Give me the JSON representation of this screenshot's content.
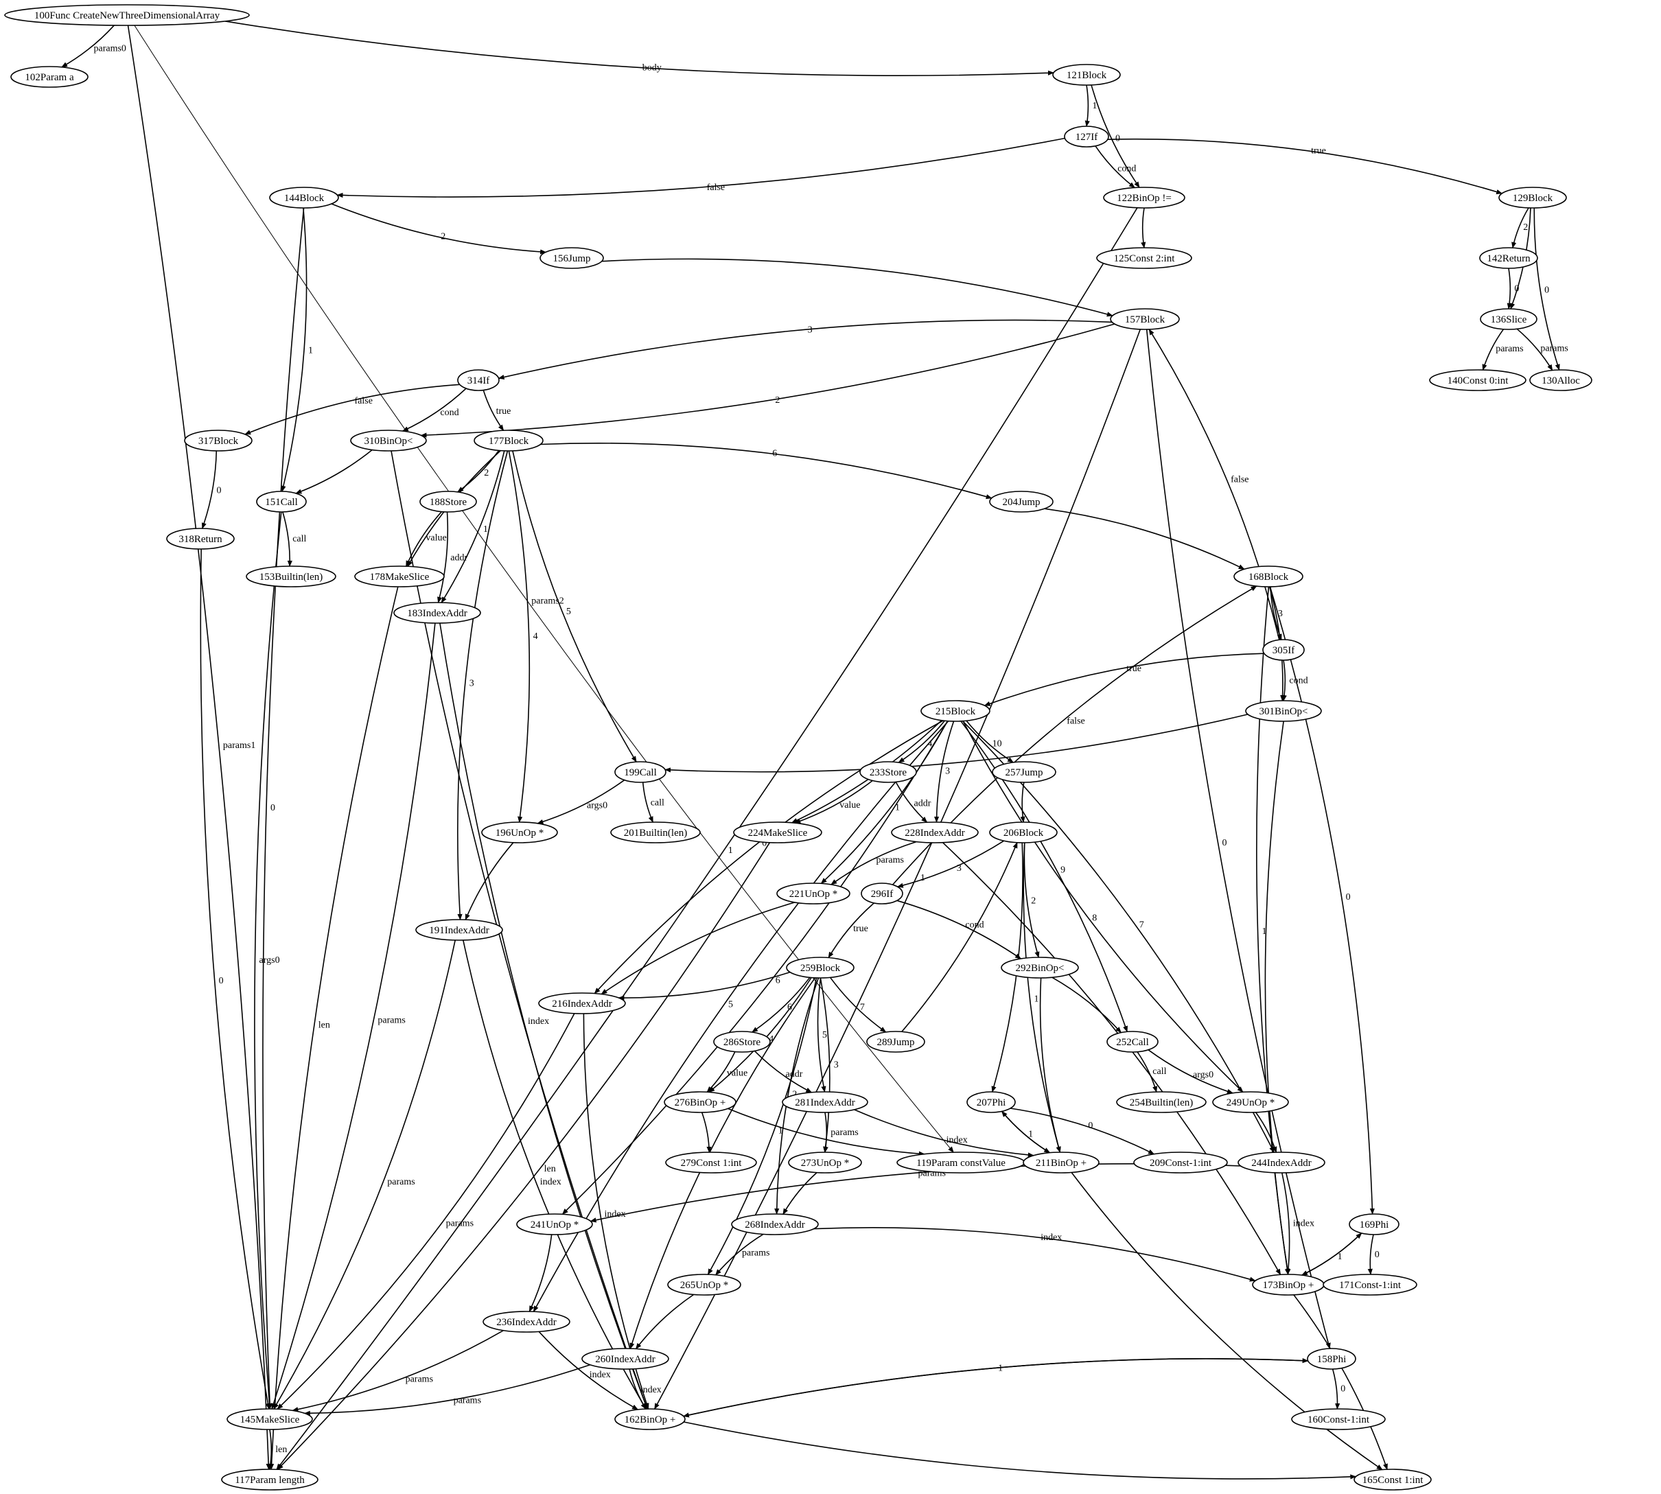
{
  "nodes": [
    {
      "id": "100",
      "label": "100Func CreateNewThreeDimensionalArray"
    },
    {
      "id": "102",
      "label": "102Param a"
    },
    {
      "id": "121",
      "label": "121Block"
    },
    {
      "id": "127",
      "label": "127If"
    },
    {
      "id": "122",
      "label": "122BinOp !="
    },
    {
      "id": "125",
      "label": "125Const 2:int"
    },
    {
      "id": "129",
      "label": "129Block"
    },
    {
      "id": "142",
      "label": "142Return"
    },
    {
      "id": "136",
      "label": "136Slice"
    },
    {
      "id": "140",
      "label": "140Const 0:int"
    },
    {
      "id": "130",
      "label": "130Alloc"
    },
    {
      "id": "144",
      "label": "144Block"
    },
    {
      "id": "156",
      "label": "156Jump"
    },
    {
      "id": "157",
      "label": "157Block"
    },
    {
      "id": "314",
      "label": "314If"
    },
    {
      "id": "317",
      "label": "317Block"
    },
    {
      "id": "318",
      "label": "318Return"
    },
    {
      "id": "310",
      "label": "310BinOp<"
    },
    {
      "id": "151",
      "label": "151Call"
    },
    {
      "id": "153",
      "label": "153Builtin(len)"
    },
    {
      "id": "177",
      "label": "177Block"
    },
    {
      "id": "188",
      "label": "188Store"
    },
    {
      "id": "178",
      "label": "178MakeSlice"
    },
    {
      "id": "183",
      "label": "183IndexAddr"
    },
    {
      "id": "204",
      "label": "204Jump"
    },
    {
      "id": "168",
      "label": "168Block"
    },
    {
      "id": "305",
      "label": "305If"
    },
    {
      "id": "301",
      "label": "301BinOp<"
    },
    {
      "id": "215",
      "label": "215Block"
    },
    {
      "id": "199",
      "label": "199Call"
    },
    {
      "id": "201",
      "label": "201Builtin(len)"
    },
    {
      "id": "196",
      "label": "196UnOp *"
    },
    {
      "id": "233",
      "label": "233Store"
    },
    {
      "id": "224",
      "label": "224MakeSlice"
    },
    {
      "id": "228",
      "label": "228IndexAddr"
    },
    {
      "id": "257",
      "label": "257Jump"
    },
    {
      "id": "206",
      "label": "206Block"
    },
    {
      "id": "221",
      "label": "221UnOp *"
    },
    {
      "id": "296",
      "label": "296If"
    },
    {
      "id": "191",
      "label": "191IndexAddr"
    },
    {
      "id": "259",
      "label": "259Block"
    },
    {
      "id": "292",
      "label": "292BinOp<"
    },
    {
      "id": "216",
      "label": "216IndexAddr"
    },
    {
      "id": "286",
      "label": "286Store"
    },
    {
      "id": "289",
      "label": "289Jump"
    },
    {
      "id": "252",
      "label": "252Call"
    },
    {
      "id": "254",
      "label": "254Builtin(len)"
    },
    {
      "id": "276",
      "label": "276BinOp +"
    },
    {
      "id": "281",
      "label": "281IndexAddr"
    },
    {
      "id": "207",
      "label": "207Phi"
    },
    {
      "id": "249",
      "label": "249UnOp *"
    },
    {
      "id": "279",
      "label": "279Const 1:int"
    },
    {
      "id": "119",
      "label": "119Param constValue"
    },
    {
      "id": "211",
      "label": "211BinOp +"
    },
    {
      "id": "209",
      "label": "209Const-1:int"
    },
    {
      "id": "244",
      "label": "244IndexAddr"
    },
    {
      "id": "273",
      "label": "273UnOp *"
    },
    {
      "id": "241",
      "label": "241UnOp *"
    },
    {
      "id": "268",
      "label": "268IndexAddr"
    },
    {
      "id": "169",
      "label": "169Phi"
    },
    {
      "id": "265",
      "label": "265UnOp *"
    },
    {
      "id": "173",
      "label": "173BinOp +"
    },
    {
      "id": "171",
      "label": "171Const-1:int"
    },
    {
      "id": "236",
      "label": "236IndexAddr"
    },
    {
      "id": "260",
      "label": "260IndexAddr"
    },
    {
      "id": "158",
      "label": "158Phi"
    },
    {
      "id": "145",
      "label": "145MakeSlice"
    },
    {
      "id": "162",
      "label": "162BinOp +"
    },
    {
      "id": "160",
      "label": "160Const-1:int"
    },
    {
      "id": "117",
      "label": "117Param length"
    },
    {
      "id": "165",
      "label": "165Const 1:int"
    }
  ],
  "edges": [
    {
      "from": "100",
      "to": "102",
      "label": "params0"
    },
    {
      "from": "100",
      "to": "121",
      "label": "body"
    },
    {
      "from": "100",
      "to": "117",
      "label": "params1"
    },
    {
      "from": "100",
      "to": "119",
      "label": "params2"
    },
    {
      "from": "121",
      "to": "127",
      "label": "1"
    },
    {
      "from": "121",
      "to": "122",
      "label": "0"
    },
    {
      "from": "127",
      "to": "144",
      "label": "false"
    },
    {
      "from": "127",
      "to": "122",
      "label": "cond"
    },
    {
      "from": "127",
      "to": "129",
      "label": "true"
    },
    {
      "from": "122",
      "to": "125",
      "label": ""
    },
    {
      "from": "122",
      "to": "117",
      "label": "1"
    },
    {
      "from": "129",
      "to": "142",
      "label": "2"
    },
    {
      "from": "129",
      "to": "136",
      "label": "1"
    },
    {
      "from": "129",
      "to": "130",
      "label": "0"
    },
    {
      "from": "142",
      "to": "136",
      "label": "0"
    },
    {
      "from": "136",
      "to": "140",
      "label": "params"
    },
    {
      "from": "136",
      "to": "130",
      "label": "params"
    },
    {
      "from": "144",
      "to": "156",
      "label": "2"
    },
    {
      "from": "144",
      "to": "151",
      "label": "1"
    },
    {
      "from": "144",
      "to": "145",
      "label": "0"
    },
    {
      "from": "156",
      "to": "157",
      "label": ""
    },
    {
      "from": "157",
      "to": "314",
      "label": "3"
    },
    {
      "from": "157",
      "to": "310",
      "label": "2"
    },
    {
      "from": "157",
      "to": "158",
      "label": "0"
    },
    {
      "from": "157",
      "to": "162",
      "label": "1"
    },
    {
      "from": "314",
      "to": "317",
      "label": "false"
    },
    {
      "from": "314",
      "to": "310",
      "label": "cond"
    },
    {
      "from": "314",
      "to": "177",
      "label": "true"
    },
    {
      "from": "317",
      "to": "318",
      "label": "0"
    },
    {
      "from": "318",
      "to": "145",
      "label": "0"
    },
    {
      "from": "310",
      "to": "151",
      "label": ""
    },
    {
      "from": "310",
      "to": "162",
      "label": ""
    },
    {
      "from": "151",
      "to": "153",
      "label": "call"
    },
    {
      "from": "151",
      "to": "145",
      "label": "args0"
    },
    {
      "from": "177",
      "to": "188",
      "label": "2"
    },
    {
      "from": "177",
      "to": "178",
      "label": "0"
    },
    {
      "from": "177",
      "to": "183",
      "label": "1"
    },
    {
      "from": "177",
      "to": "191",
      "label": "3"
    },
    {
      "from": "177",
      "to": "196",
      "label": "4"
    },
    {
      "from": "177",
      "to": "199",
      "label": "5"
    },
    {
      "from": "177",
      "to": "204",
      "label": "6"
    },
    {
      "from": "188",
      "to": "178",
      "label": "value"
    },
    {
      "from": "188",
      "to": "183",
      "label": "addr"
    },
    {
      "from": "178",
      "to": "117",
      "label": "len"
    },
    {
      "from": "183",
      "to": "145",
      "label": "params"
    },
    {
      "from": "183",
      "to": "162",
      "label": "index"
    },
    {
      "from": "204",
      "to": "168",
      "label": ""
    },
    {
      "from": "168",
      "to": "305",
      "label": "3"
    },
    {
      "from": "168",
      "to": "301",
      "label": "2"
    },
    {
      "from": "168",
      "to": "173",
      "label": "1"
    },
    {
      "from": "168",
      "to": "169",
      "label": "0"
    },
    {
      "from": "305",
      "to": "157",
      "label": "false"
    },
    {
      "from": "305",
      "to": "301",
      "label": "cond"
    },
    {
      "from": "305",
      "to": "215",
      "label": "true"
    },
    {
      "from": "301",
      "to": "199",
      "label": ""
    },
    {
      "from": "301",
      "to": "173",
      "label": ""
    },
    {
      "from": "215",
      "to": "233",
      "label": "4"
    },
    {
      "from": "215",
      "to": "257",
      "label": "10"
    },
    {
      "from": "215",
      "to": "224",
      "label": "2"
    },
    {
      "from": "215",
      "to": "228",
      "label": "3"
    },
    {
      "from": "215",
      "to": "221",
      "label": "1"
    },
    {
      "from": "215",
      "to": "216",
      "label": "0"
    },
    {
      "from": "215",
      "to": "241",
      "label": "6"
    },
    {
      "from": "215",
      "to": "236",
      "label": "5"
    },
    {
      "from": "215",
      "to": "252",
      "label": "9"
    },
    {
      "from": "215",
      "to": "249",
      "label": "8"
    },
    {
      "from": "215",
      "to": "244",
      "label": "7"
    },
    {
      "from": "199",
      "to": "201",
      "label": "call"
    },
    {
      "from": "199",
      "to": "196",
      "label": "args0"
    },
    {
      "from": "196",
      "to": "191",
      "label": ""
    },
    {
      "from": "233",
      "to": "224",
      "label": "value"
    },
    {
      "from": "233",
      "to": "228",
      "label": "addr"
    },
    {
      "from": "224",
      "to": "117",
      "label": "len"
    },
    {
      "from": "228",
      "to": "221",
      "label": "params"
    },
    {
      "from": "228",
      "to": "173",
      "label": "index"
    },
    {
      "from": "257",
      "to": "206",
      "label": ""
    },
    {
      "from": "206",
      "to": "296",
      "label": "3"
    },
    {
      "from": "206",
      "to": "292",
      "label": "2"
    },
    {
      "from": "206",
      "to": "207",
      "label": "0"
    },
    {
      "from": "206",
      "to": "211",
      "label": "1"
    },
    {
      "from": "296",
      "to": "168",
      "label": "false"
    },
    {
      "from": "296",
      "to": "259",
      "label": "true"
    },
    {
      "from": "296",
      "to": "292",
      "label": "cond"
    },
    {
      "from": "221",
      "to": "216",
      "label": ""
    },
    {
      "from": "191",
      "to": "145",
      "label": "params"
    },
    {
      "from": "191",
      "to": "162",
      "label": "index"
    },
    {
      "from": "259",
      "to": "286",
      "label": "6"
    },
    {
      "from": "259",
      "to": "289",
      "label": "7"
    },
    {
      "from": "259",
      "to": "276",
      "label": "4"
    },
    {
      "from": "259",
      "to": "281",
      "label": "5"
    },
    {
      "from": "259",
      "to": "273",
      "label": "3"
    },
    {
      "from": "259",
      "to": "268",
      "label": "2"
    },
    {
      "from": "259",
      "to": "265",
      "label": "1"
    },
    {
      "from": "259",
      "to": "260",
      "label": "0"
    },
    {
      "from": "259",
      "to": "216",
      "label": ""
    },
    {
      "from": "289",
      "to": "206",
      "label": ""
    },
    {
      "from": "292",
      "to": "252",
      "label": ""
    },
    {
      "from": "292",
      "to": "211",
      "label": ""
    },
    {
      "from": "216",
      "to": "145",
      "label": "params"
    },
    {
      "from": "216",
      "to": "162",
      "label": "index"
    },
    {
      "from": "286",
      "to": "276",
      "label": "value"
    },
    {
      "from": "286",
      "to": "281",
      "label": "addr"
    },
    {
      "from": "252",
      "to": "254",
      "label": "call"
    },
    {
      "from": "252",
      "to": "249",
      "label": "args0"
    },
    {
      "from": "276",
      "to": "279",
      "label": ""
    },
    {
      "from": "276",
      "to": "119",
      "label": ""
    },
    {
      "from": "281",
      "to": "273",
      "label": "params"
    },
    {
      "from": "281",
      "to": "211",
      "label": "index"
    },
    {
      "from": "207",
      "to": "209",
      "label": "0"
    },
    {
      "from": "207",
      "to": "211",
      "label": "1"
    },
    {
      "from": "211",
      "to": "207",
      "label": ""
    },
    {
      "from": "211",
      "to": "165",
      "label": ""
    },
    {
      "from": "249",
      "to": "244",
      "label": ""
    },
    {
      "from": "244",
      "to": "241",
      "label": "params"
    },
    {
      "from": "244",
      "to": "173",
      "label": "index"
    },
    {
      "from": "273",
      "to": "268",
      "label": ""
    },
    {
      "from": "241",
      "to": "236",
      "label": ""
    },
    {
      "from": "268",
      "to": "265",
      "label": "params"
    },
    {
      "from": "268",
      "to": "173",
      "label": "index"
    },
    {
      "from": "169",
      "to": "171",
      "label": "0"
    },
    {
      "from": "169",
      "to": "173",
      "label": "1"
    },
    {
      "from": "173",
      "to": "169",
      "label": ""
    },
    {
      "from": "173",
      "to": "165",
      "label": ""
    },
    {
      "from": "265",
      "to": "260",
      "label": ""
    },
    {
      "from": "236",
      "to": "145",
      "label": "params"
    },
    {
      "from": "236",
      "to": "162",
      "label": "index"
    },
    {
      "from": "260",
      "to": "145",
      "label": "params"
    },
    {
      "from": "260",
      "to": "162",
      "label": "index"
    },
    {
      "from": "158",
      "to": "160",
      "label": "0"
    },
    {
      "from": "158",
      "to": "162",
      "label": "1"
    },
    {
      "from": "162",
      "to": "158",
      "label": ""
    },
    {
      "from": "162",
      "to": "165",
      "label": ""
    },
    {
      "from": "145",
      "to": "117",
      "label": "len"
    }
  ]
}
